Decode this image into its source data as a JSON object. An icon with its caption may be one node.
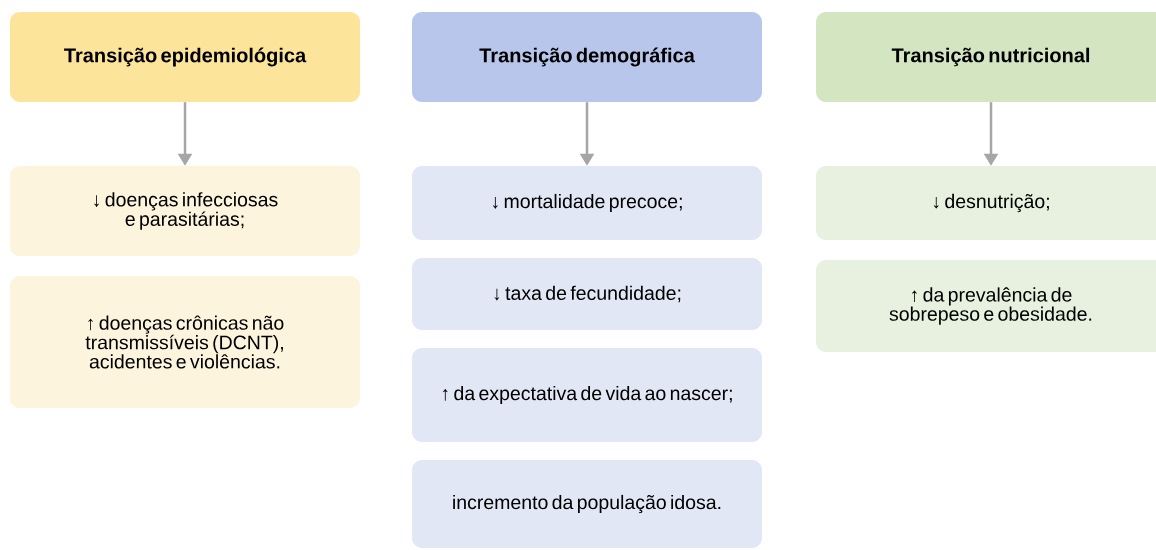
{
  "diagram": {
    "nodes": [
      {
        "text": [
          "Transição epidemiológica"
        ]
      },
      {
        "text": [
          "↓ doenças infecciosas e parasitárias;"
        ]
      },
      {
        "text": [
          "↑ doenças crônicas não transmissíveis (DCNT), acidentes e violências."
        ]
      },
      {
        "text": [
          "Transição demográfica"
        ]
      },
      {
        "text": [
          "↓ mortalidade precoce;"
        ]
      },
      {
        "text": [
          "↓ taxa de fecundidade;"
        ]
      },
      {
        "text": [
          "↑ da expectativa de vida ao nascer;"
        ]
      },
      {
        "text": [
          "incremento da população idosa."
        ]
      },
      {
        "text": [
          "Transição nutricional"
        ]
      },
      {
        "text": [
          "↓ desnutrição;"
        ]
      },
      {
        "text": [
          "↑ da prevalência de sobrepeso e obesidade."
        ]
      }
    ],
    "edges": [
      {
        "from": 0,
        "to": 1,
        "arrow": "to"
      },
      {
        "from": 3,
        "to": 4,
        "arrow": "to"
      },
      {
        "from": 8,
        "to": 9,
        "arrow": "to"
      }
    ]
  }
}
